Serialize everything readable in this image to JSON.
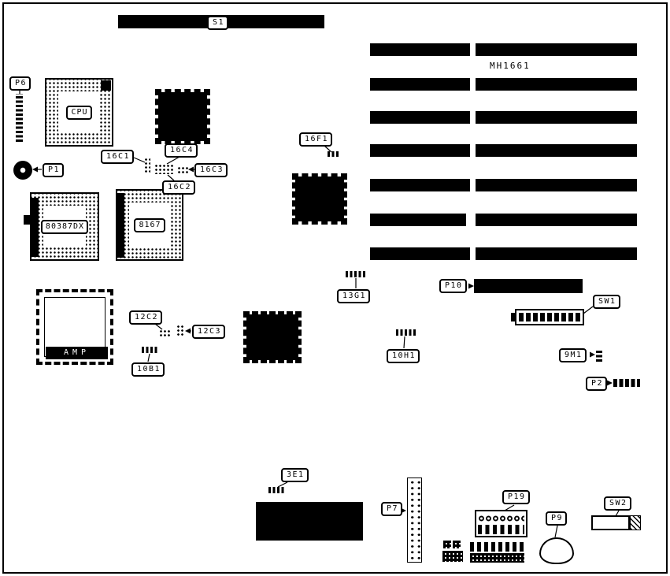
{
  "board": {
    "name": "MH1661"
  },
  "labels": {
    "s1": "S1",
    "p6": "P6",
    "p1": "P1",
    "cpu": "CPU",
    "c16c1": "16C1",
    "c16c4": "16C4",
    "c16c3": "16C3",
    "c16c2": "16C2",
    "c80387dx": "80387DX",
    "c8167": "8167",
    "c16f1": "16F1",
    "c13g1": "13G1",
    "p10": "P10",
    "sw1": "SW1",
    "c12c2": "12C2",
    "c12c3": "12C3",
    "c10b1": "10B1",
    "c10h1": "10H1",
    "c9m1": "9M1",
    "p2": "P2",
    "amp": "AMP",
    "c3e1": "3E1",
    "p7": "P7",
    "p19": "P19",
    "p9": "P9",
    "sw2": "SW2"
  },
  "colors": {
    "ink": "#000000",
    "paper": "#ffffff"
  }
}
